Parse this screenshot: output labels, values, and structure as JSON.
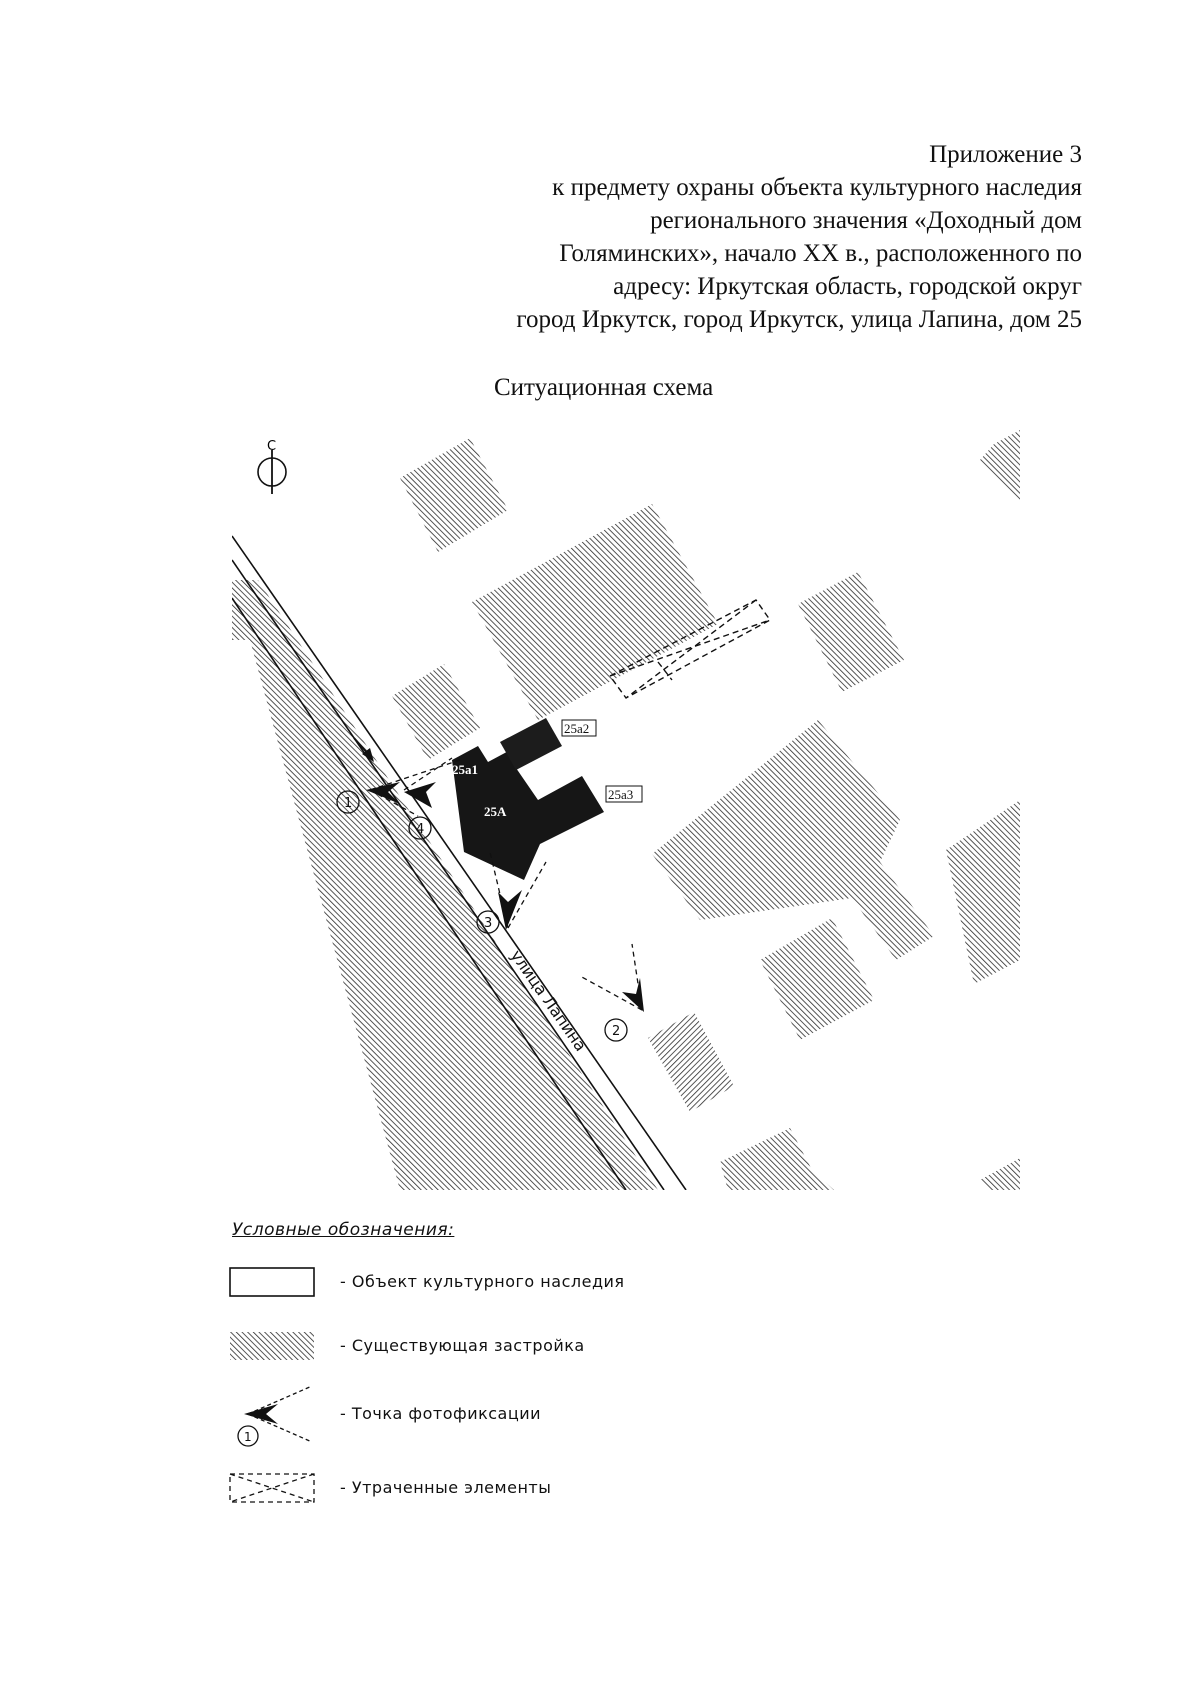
{
  "header": {
    "lines": [
      "Приложение 3",
      "к предмету охраны объекта культурного наследия",
      "регионального значения «Доходный дом",
      "Голяминских», начало XX в., расположенного по",
      "адресу: Иркутская область, городской округ",
      "город Иркутск, город Иркутск, улица Лапина, дом 25"
    ]
  },
  "subtitle": "Ситуационная схема",
  "map": {
    "north_letter": "С",
    "street_name": "улица Лапина",
    "heritage_labels": {
      "main": "25А",
      "a1": "25а1",
      "a2": "25а2",
      "a3": "25а3"
    },
    "photo_points": [
      "1",
      "2",
      "3",
      "4"
    ],
    "colors": {
      "heritage": "#161616",
      "hatch": "#2a2a2a",
      "line": "#111111"
    }
  },
  "legend": {
    "title": "Условные обозначения:",
    "items": [
      {
        "label": "- Объект культурного наследия"
      },
      {
        "label": "- Существующая застройка"
      },
      {
        "label": "- Точка фотофиксации",
        "marker": "1"
      },
      {
        "label": "- Утраченные элементы"
      }
    ]
  }
}
